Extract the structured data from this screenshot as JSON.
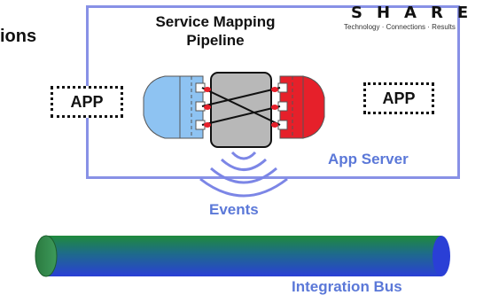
{
  "title_fragment": "ions",
  "pipeline": {
    "title_line1": "Service Mapping",
    "title_line2": "Pipeline"
  },
  "logo": {
    "word": "SHARE",
    "tagline": "Technology · Connections · Results"
  },
  "app_left": {
    "label": "APP"
  },
  "app_right": {
    "label": "APP"
  },
  "app_server": {
    "label": "App Server"
  },
  "events": {
    "label": "Events"
  },
  "bus": {
    "label": "Integration Bus"
  },
  "colors": {
    "frame": "#8891e6",
    "label_blue": "#5b78d8",
    "left_adapter": "#8ec3f2",
    "right_adapter": "#e6202a",
    "mapper": "#b8b8b8",
    "events_arcs": "#7c86e6",
    "bus_green": "#1f8a3c",
    "bus_blue": "#2a3fd6"
  }
}
